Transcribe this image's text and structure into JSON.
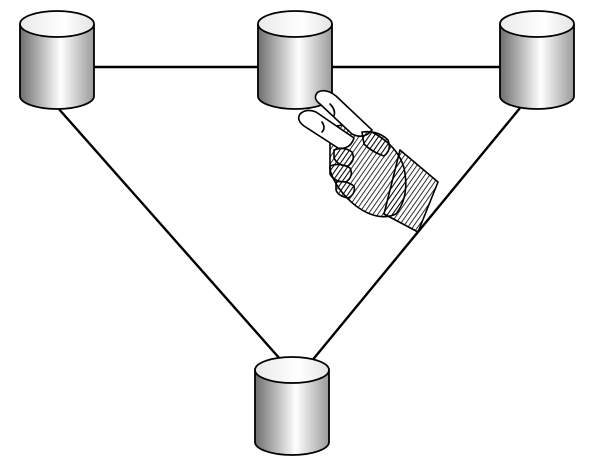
{
  "diagram": {
    "nodes": [
      {
        "id": "db-top-left"
      },
      {
        "id": "db-top-center"
      },
      {
        "id": "db-top-right"
      },
      {
        "id": "db-bottom"
      }
    ],
    "edges": [
      {
        "from": "db-top-left",
        "to": "db-top-center"
      },
      {
        "from": "db-top-center",
        "to": "db-top-right"
      },
      {
        "from": "db-top-left",
        "to": "db-bottom"
      },
      {
        "from": "db-top-right",
        "to": "db-bottom"
      }
    ],
    "colors": {
      "line": "#000000",
      "cylinder_dark": "#6e6e6e",
      "cylinder_light": "#ffffff",
      "cylinder_top": "#f4f4f4"
    },
    "icons": {
      "pointer": "pointing-hand-icon"
    }
  }
}
